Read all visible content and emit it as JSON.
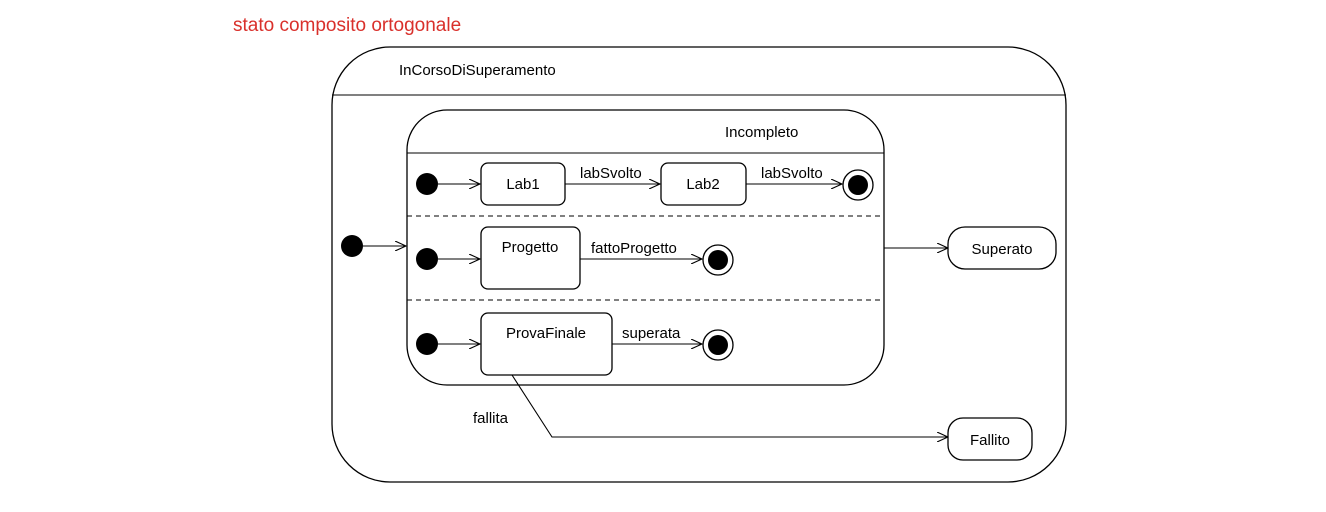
{
  "title": "stato composito ortogonale",
  "colors": {
    "title": "#d9302b",
    "line": "#000000",
    "background": "#ffffff"
  },
  "outer_state": {
    "name": "InCorsoDiSuperamento"
  },
  "composite_state": {
    "name": "Incompleto"
  },
  "regions": [
    {
      "states": [
        "Lab1",
        "Lab2"
      ],
      "transitions": [
        "labSvolto",
        "labSvolto"
      ]
    },
    {
      "states": [
        "Progetto"
      ],
      "transitions": [
        "fattoProgetto"
      ]
    },
    {
      "states": [
        "ProvaFinale"
      ],
      "transitions": [
        "superata"
      ]
    }
  ],
  "exit_states": {
    "passed": "Superato",
    "failed": "Fallito"
  },
  "fail_transition": "fallita",
  "icons": {
    "initial": "initial-pseudostate-icon",
    "final": "final-state-icon"
  }
}
